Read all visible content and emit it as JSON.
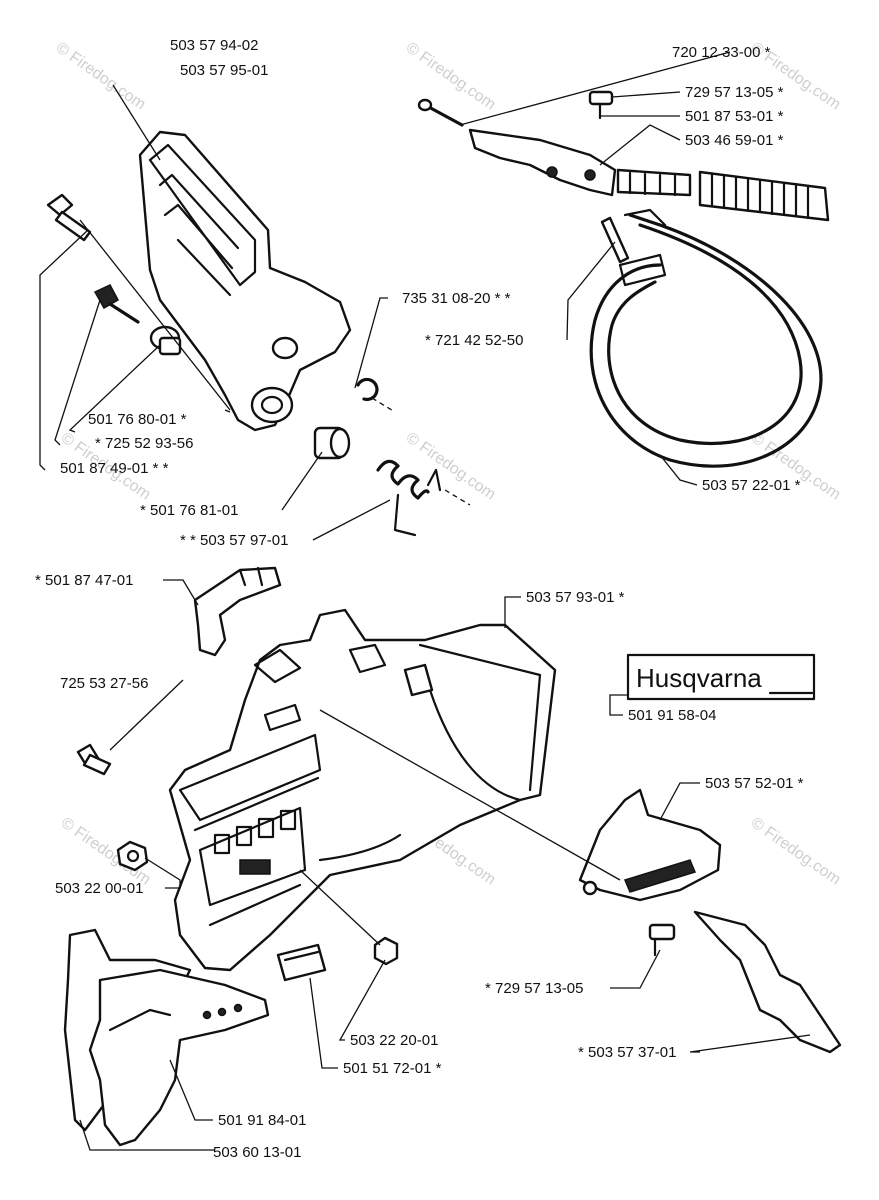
{
  "labels": {
    "p_503579402": "503 57 94-02",
    "p_503579501": "503 57 95-01",
    "p_720123300": "720 12 33-00  *",
    "p_729571305a": "729 57 13-05  *",
    "p_501875301": "501 87 53-01  *",
    "p_503465901": "503 46 59-01  *",
    "p_735310820": "735 31 08-20  * *",
    "p_721425250": "*  721 42 52-50",
    "p_501768001": "501 76 80-01  *",
    "p_725529356": "*  725 52 93-56",
    "p_501874901": "501 87 49-01  * *",
    "p_501768101": "*  501 76 81-01",
    "p_503579701": "* *  503 57 97-01",
    "p_503572201": "503 57 22-01  *",
    "p_501874701": "*  501 87 47-01",
    "p_503579301": "503 57 93-01  *",
    "p_725532756": "725 53 27-56",
    "p_501915804": "501 91 58-04",
    "p_503575201": "503 57 52-01  *",
    "p_503220001": "503 22 00-01",
    "p_729571305b": "*  729 57 13-05",
    "p_503222001": "503 22 20-01",
    "p_501517201": "501 51 72-01  *",
    "p_503573701": "*  503 57 37-01",
    "p_501918401": "501 91 84-01",
    "p_503601301": "503 60 13-01"
  },
  "logo": {
    "text": "Husqvarna"
  },
  "watermark": {
    "text": "© Firedog.com"
  },
  "colors": {
    "ink": "#111111",
    "background": "#ffffff",
    "watermark": "#cfcfcf"
  }
}
